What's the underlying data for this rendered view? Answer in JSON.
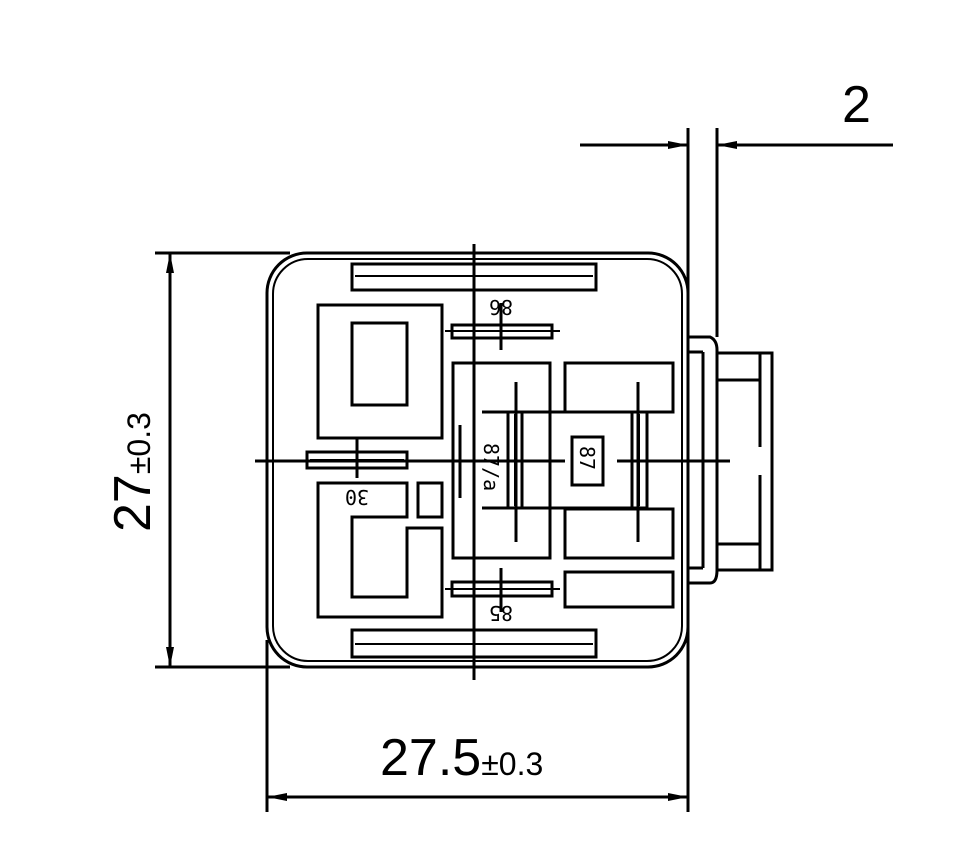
{
  "dimensions": {
    "top_gap": {
      "value": "2"
    },
    "height": {
      "value": "27",
      "tolerance": "±0.3"
    },
    "width": {
      "value": "27.5",
      "tolerance": "±0.3"
    }
  },
  "pins": {
    "p86": "86",
    "p85": "85",
    "p30": "30",
    "p87a": "87/a",
    "p87": "87"
  },
  "colors": {
    "line": "#000000",
    "background": "#ffffff"
  }
}
